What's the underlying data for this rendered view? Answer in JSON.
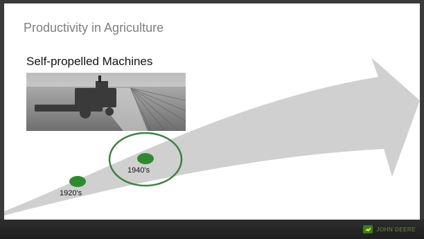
{
  "slide": {
    "title": "Productivity in Agriculture",
    "subtitle": "Self-propelled Machines",
    "photo_icon": "combine-harvester-photo"
  },
  "timeline": {
    "milestones": [
      {
        "label": "1920's",
        "highlighted": false
      },
      {
        "label": "1940's",
        "highlighted": true
      }
    ],
    "marker_color": "#2f8a2f",
    "highlight_color": "#3f7f3f",
    "arrow_color": "#d0d0d0"
  },
  "footer": {
    "brand": "JOHN DEERE",
    "logo_icon": "deer-logo-icon",
    "brand_color": "#ffde00"
  }
}
